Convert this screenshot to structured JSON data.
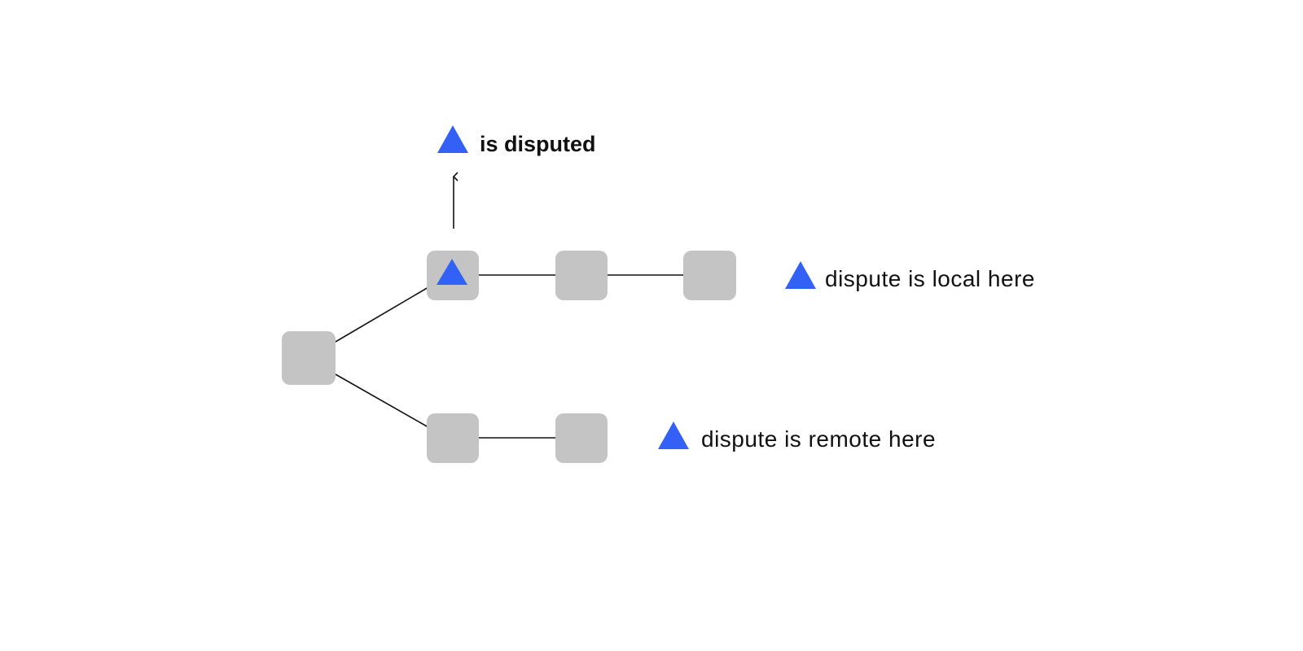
{
  "colors": {
    "node_fill": "#c4c4c4",
    "marker": "#3461f5",
    "line": "#111111",
    "text": "#111111",
    "background": "#ffffff"
  },
  "icons": {
    "marker": "triangle-marker-icon",
    "arrow": "arrow-up-icon"
  },
  "labels": {
    "disputed": "is disputed",
    "local": "dispute is local here",
    "remote": "dispute is remote here"
  }
}
